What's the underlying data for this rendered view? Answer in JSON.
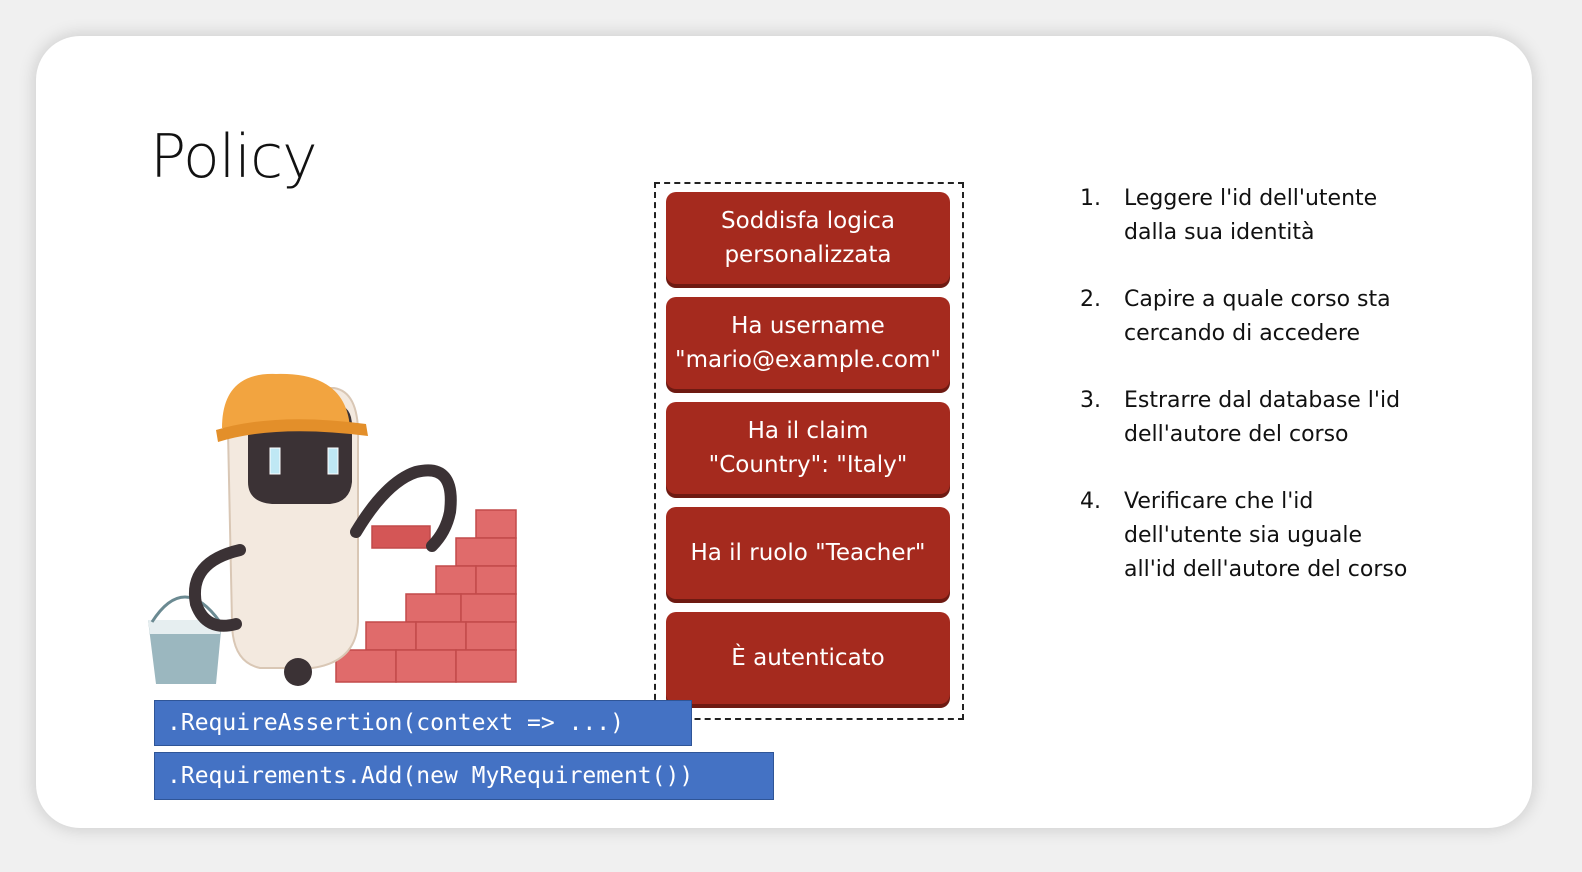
{
  "slide": {
    "title": "Policy",
    "requirements": [
      {
        "label": "Soddisfa logica\npersonalizzata"
      },
      {
        "label": "Ha username\n\"mario@example.com\""
      },
      {
        "label": "Ha il claim\n\"Country\": \"Italy\""
      },
      {
        "label": "Ha il ruolo \"Teacher\""
      },
      {
        "label": "È autenticato"
      }
    ],
    "code_lines": [
      ".RequireAssertion(context => ...)",
      ".Requirements.Add(new MyRequirement())"
    ],
    "steps": [
      {
        "number": "1.",
        "text": "Leggere l'id dell'utente\ndalla sua identità"
      },
      {
        "number": "2.",
        "text": "Capire a quale corso sta\ncercando di accedere"
      },
      {
        "number": "3.",
        "text": "Estrarre dal database l'id\ndell'autore del corso"
      },
      {
        "number": "4.",
        "text": "Verificare che l'id\ndell'utente sia uguale\nall'id dell'autore del corso"
      }
    ]
  },
  "colors": {
    "requirement_box": "#a52a1e",
    "code_box": "#4472c4"
  },
  "icons": {
    "illustration": "robot-builder-illustration"
  }
}
